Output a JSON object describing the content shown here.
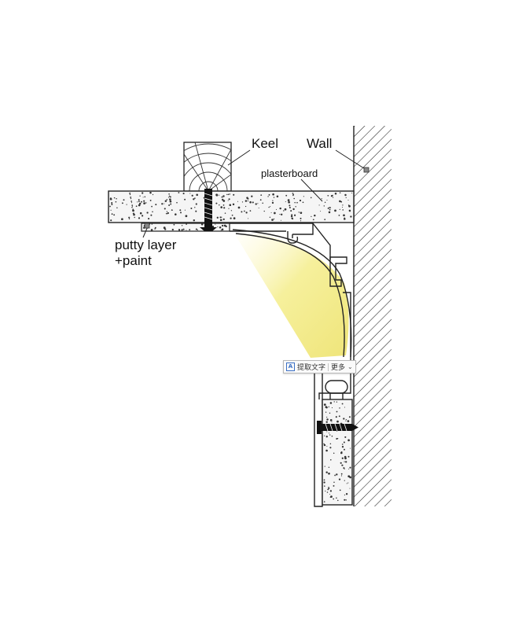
{
  "labels": {
    "keel": "Keel",
    "wall": "Wall",
    "plasterboard": "plasterboard",
    "putty_line1": "putty layer",
    "putty_line2": "+paint"
  },
  "toolbar": {
    "icon": "text-extract-icon",
    "extract_label": "提取文字",
    "more_label": "更多",
    "chevron": "⌄"
  },
  "colors": {
    "line": "#222222",
    "light_glow": "#f3ec8e",
    "board_fill": "#f4f4f4",
    "wood_fill": "#ffffff"
  }
}
